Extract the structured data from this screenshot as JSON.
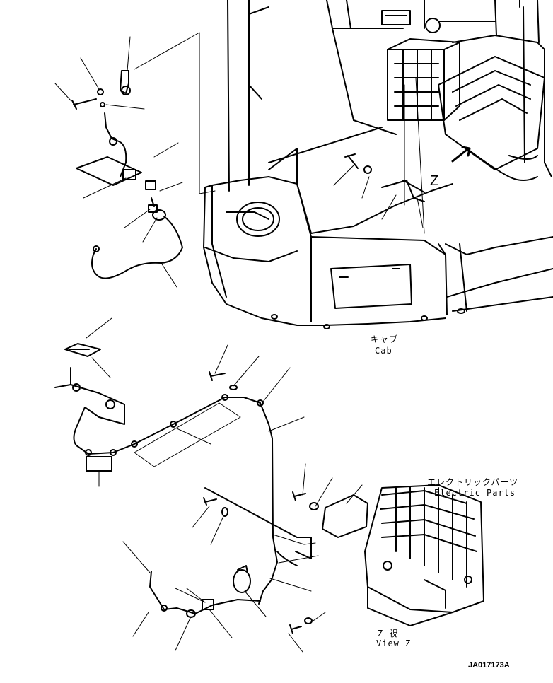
{
  "labels": {
    "cab_jp": "キャブ",
    "cab_en": "Cab",
    "electric_jp": "エレクトリックパーツ",
    "electric_en": "Electric Parts",
    "viewz_jp": "Z  視",
    "viewz_en": "View Z",
    "z_marker": "Z",
    "figure_code": "JA017173A"
  },
  "colors": {
    "ink": "#000000",
    "paper": "#ffffff"
  }
}
